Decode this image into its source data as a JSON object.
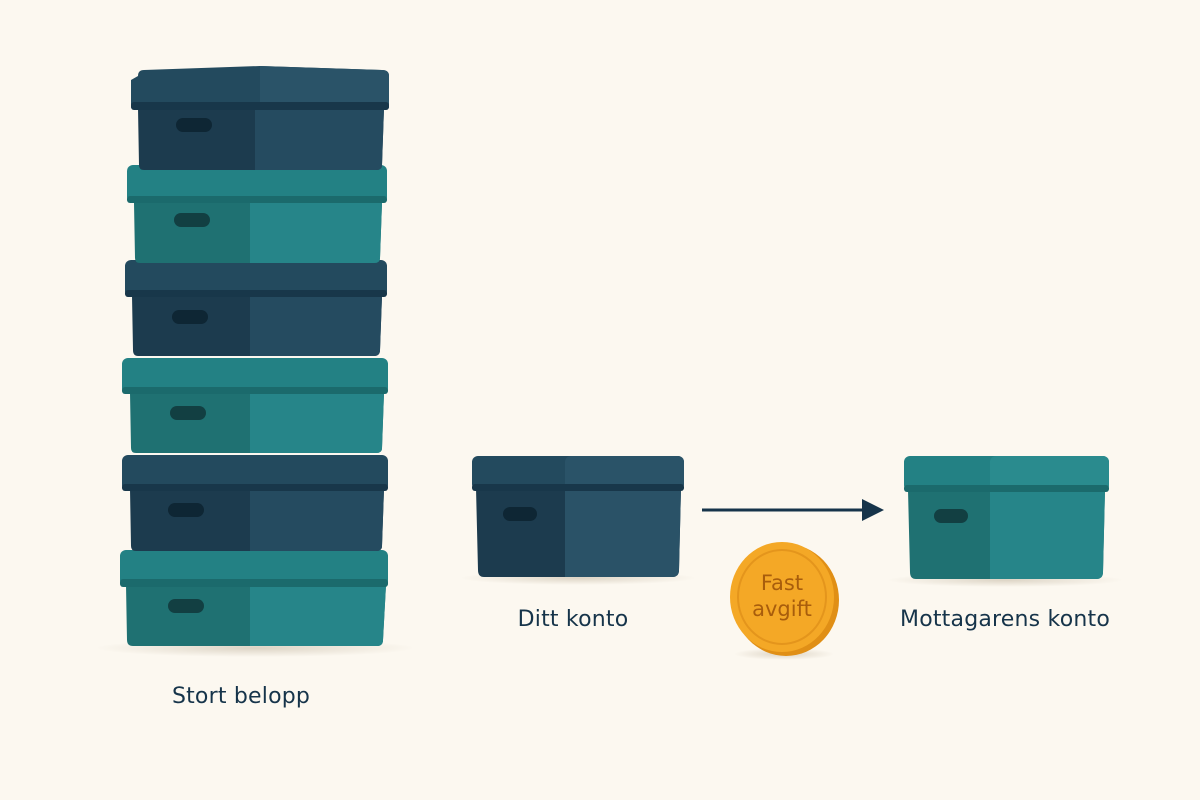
{
  "labels": {
    "stack": "Stort belopp",
    "source": "Ditt konto",
    "destination": "Mottagarens konto"
  },
  "coin": {
    "line1": "Fast",
    "line2": "avgift"
  },
  "colors": {
    "background": "#fcf8f0",
    "navy_box": "#234a5e",
    "teal_box": "#238184",
    "coin": "#f4a826",
    "text": "#16344a"
  }
}
